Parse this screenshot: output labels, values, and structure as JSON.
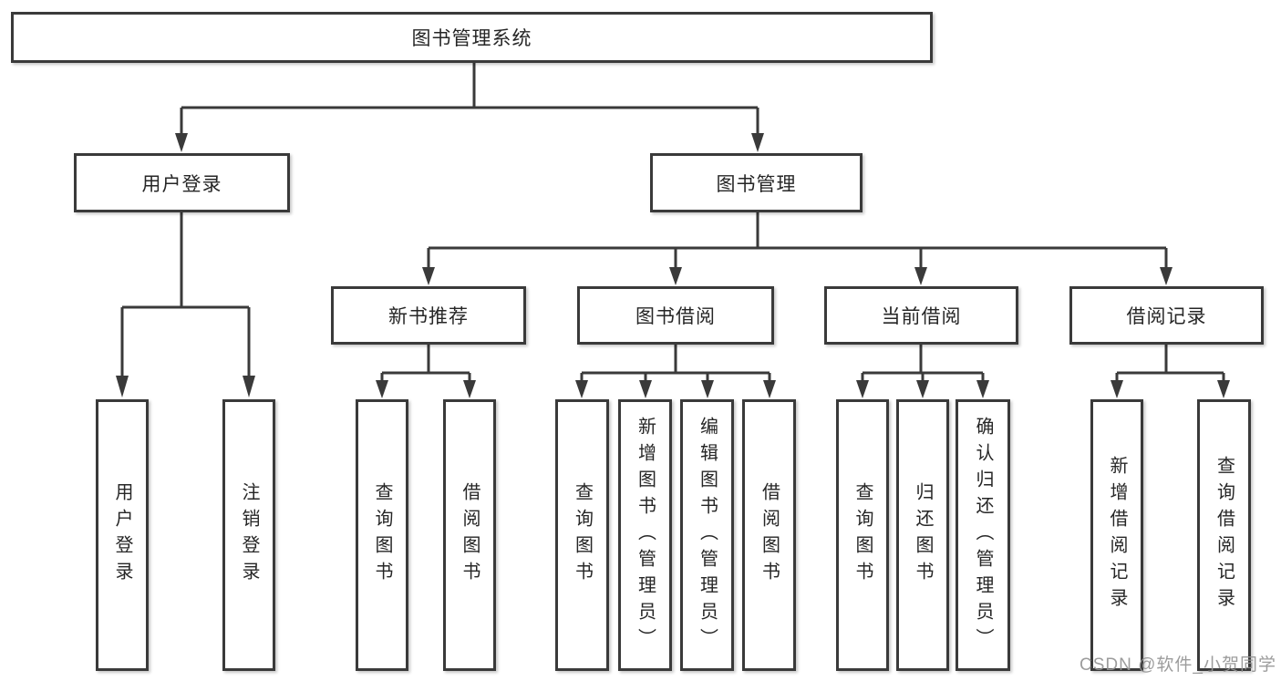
{
  "tree": {
    "root": {
      "label": "图书管理系统",
      "children": [
        {
          "label": "用户登录",
          "children": [
            {
              "label": "用户登录"
            },
            {
              "label": "注销登录"
            }
          ]
        },
        {
          "label": "图书管理",
          "children": [
            {
              "label": "新书推荐",
              "children": [
                {
                  "label": "查询图书"
                },
                {
                  "label": "借阅图书"
                }
              ]
            },
            {
              "label": "图书借阅",
              "children": [
                {
                  "label": "查询图书"
                },
                {
                  "label": "新增图书（管理员）"
                },
                {
                  "label": "编辑图书（管理员）"
                },
                {
                  "label": "借阅图书"
                }
              ]
            },
            {
              "label": "当前借阅",
              "children": [
                {
                  "label": "查询图书"
                },
                {
                  "label": "归还图书"
                },
                {
                  "label": "确认归还（管理员）"
                }
              ]
            },
            {
              "label": "借阅记录",
              "children": [
                {
                  "label": "新增借阅记录"
                },
                {
                  "label": "查询借阅记录"
                }
              ]
            }
          ]
        }
      ]
    }
  },
  "watermark": "CSDN @软件_小贺同学",
  "colors": {
    "line": "#3a3a3a",
    "box_border": "#3a3a3a",
    "text": "#262626",
    "watermark": "#949494",
    "background": "#ffffff"
  }
}
